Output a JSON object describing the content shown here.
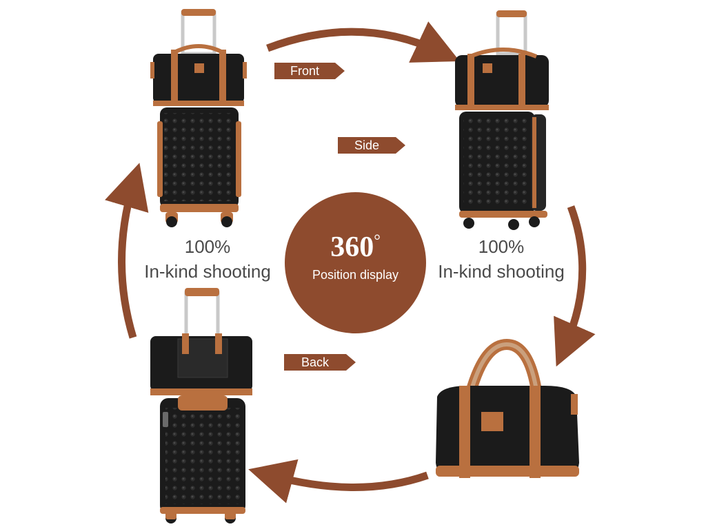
{
  "labels": {
    "front": "Front",
    "side": "Side",
    "back": "Back"
  },
  "left_caption": {
    "line1": "100%",
    "line2": "In-kind shooting"
  },
  "right_caption": {
    "line1": "100%",
    "line2": "In-kind shooting"
  },
  "center": {
    "degrees": "360",
    "degree_mark": "°",
    "subtitle": "Position display"
  },
  "colors": {
    "accent": "#8e4b2e",
    "luggage_black": "#1b1b1b",
    "leather_tan": "#b9703f",
    "text_grey": "#4a4a4a"
  },
  "icons": [
    "rotation-arrow-icon"
  ]
}
